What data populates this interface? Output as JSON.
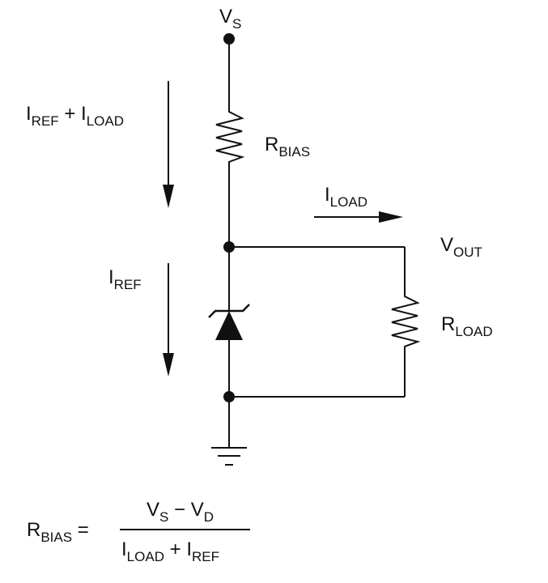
{
  "labels": {
    "vs": {
      "main": "V",
      "sub": "S"
    },
    "iref_iload": {
      "p1": "I",
      "s1": "REF",
      "plus": " + ",
      "p2": "I",
      "s2": "LOAD"
    },
    "rbias": {
      "main": "R",
      "sub": "BIAS"
    },
    "iload": {
      "main": "I",
      "sub": "LOAD"
    },
    "vout": {
      "main": "V",
      "sub": "OUT"
    },
    "iref": {
      "main": "I",
      "sub": "REF"
    },
    "rload": {
      "main": "R",
      "sub": "LOAD"
    }
  },
  "formula": {
    "lhs": {
      "main": "R",
      "sub": "BIAS",
      "eq": " ="
    },
    "numerator": {
      "p1": "V",
      "s1": "S",
      "minus": " − ",
      "p2": "V",
      "s2": "D"
    },
    "denominator": {
      "p1": "I",
      "s1": "LOAD",
      "plus": " + ",
      "p2": "I",
      "s2": "REF"
    }
  },
  "colors": {
    "line": "#111111",
    "background": "#ffffff"
  }
}
